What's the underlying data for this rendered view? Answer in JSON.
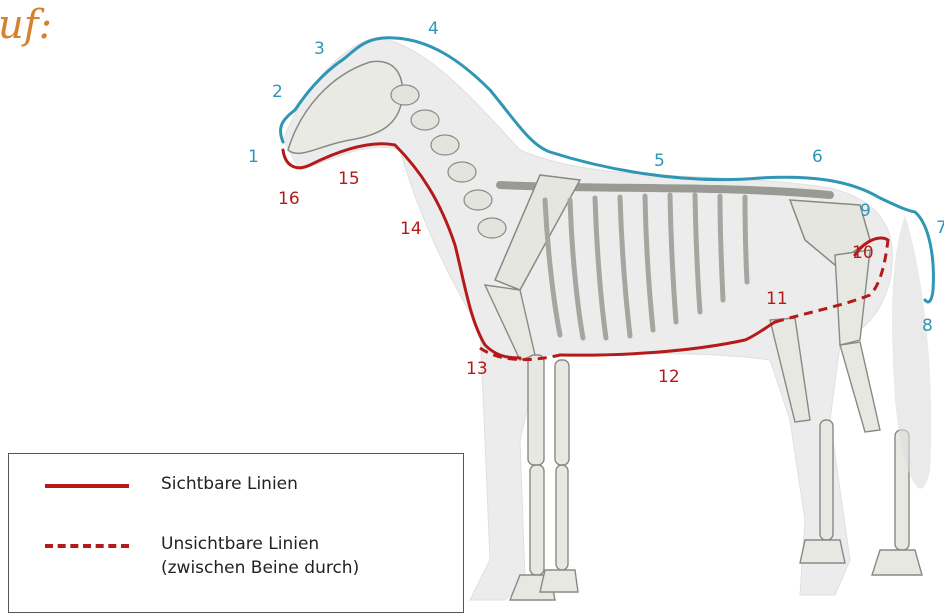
{
  "title_fragment": "uf:",
  "outline_labels": [
    {
      "id": "1",
      "group": "top"
    },
    {
      "id": "2",
      "group": "top"
    },
    {
      "id": "3",
      "group": "top"
    },
    {
      "id": "4",
      "group": "top"
    },
    {
      "id": "5",
      "group": "top"
    },
    {
      "id": "6",
      "group": "top"
    },
    {
      "id": "7",
      "group": "top"
    },
    {
      "id": "8",
      "group": "top"
    },
    {
      "id": "9",
      "group": "top"
    },
    {
      "id": "10",
      "group": "bottom"
    },
    {
      "id": "11",
      "group": "bottom"
    },
    {
      "id": "12",
      "group": "bottom"
    },
    {
      "id": "13",
      "group": "bottom"
    },
    {
      "id": "14",
      "group": "bottom"
    },
    {
      "id": "15",
      "group": "bottom"
    },
    {
      "id": "16",
      "group": "bottom"
    }
  ],
  "legend": {
    "visible_label": "Sichtbare Linien",
    "hidden_label_1": "Unsichtbare Linien",
    "hidden_label_2": "(zwischen Beine durch)"
  },
  "colors": {
    "top_line": "#2f96b4",
    "bottom_line": "#b51a1a",
    "title": "#d4822e"
  }
}
